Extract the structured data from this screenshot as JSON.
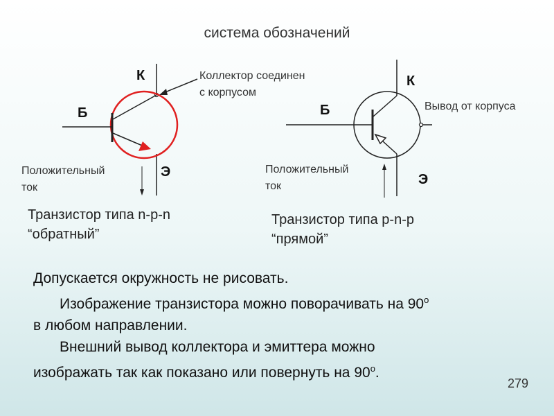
{
  "title": "система обозначений",
  "left_diagram": {
    "base_letter": "Б",
    "collector_letter": "К",
    "emitter_letter": "Э",
    "collector_note_line1": "Коллектор соединен",
    "collector_note_line2": "с корпусом",
    "current_label_line1": "Положительный",
    "current_label_line2": "ток",
    "caption_line1": "Транзистор типа n-p-n",
    "caption_line2": "“обратный”",
    "circle_color": "#e02020"
  },
  "right_diagram": {
    "base_letter": "Б",
    "collector_letter": "К",
    "emitter_letter": "Э",
    "case_note": "Вывод от корпуса",
    "current_label_line1": "Положительный",
    "current_label_line2": "ток",
    "caption_line1": "Транзистор типа p-n-p",
    "caption_line2": "“прямой”"
  },
  "notes": {
    "line1": "Допускается окружность не рисовать.",
    "line2": "Изображение транзистора можно поворачивать на 90",
    "line2_sup": "о",
    "line3": "в любом направлении.",
    "line4": "Внешний вывод коллектора и эмиттера можно",
    "line5": "изображать так как показано или повернуть на 90",
    "line5_sup": "о",
    "line5_end": "."
  },
  "page_number": "279"
}
